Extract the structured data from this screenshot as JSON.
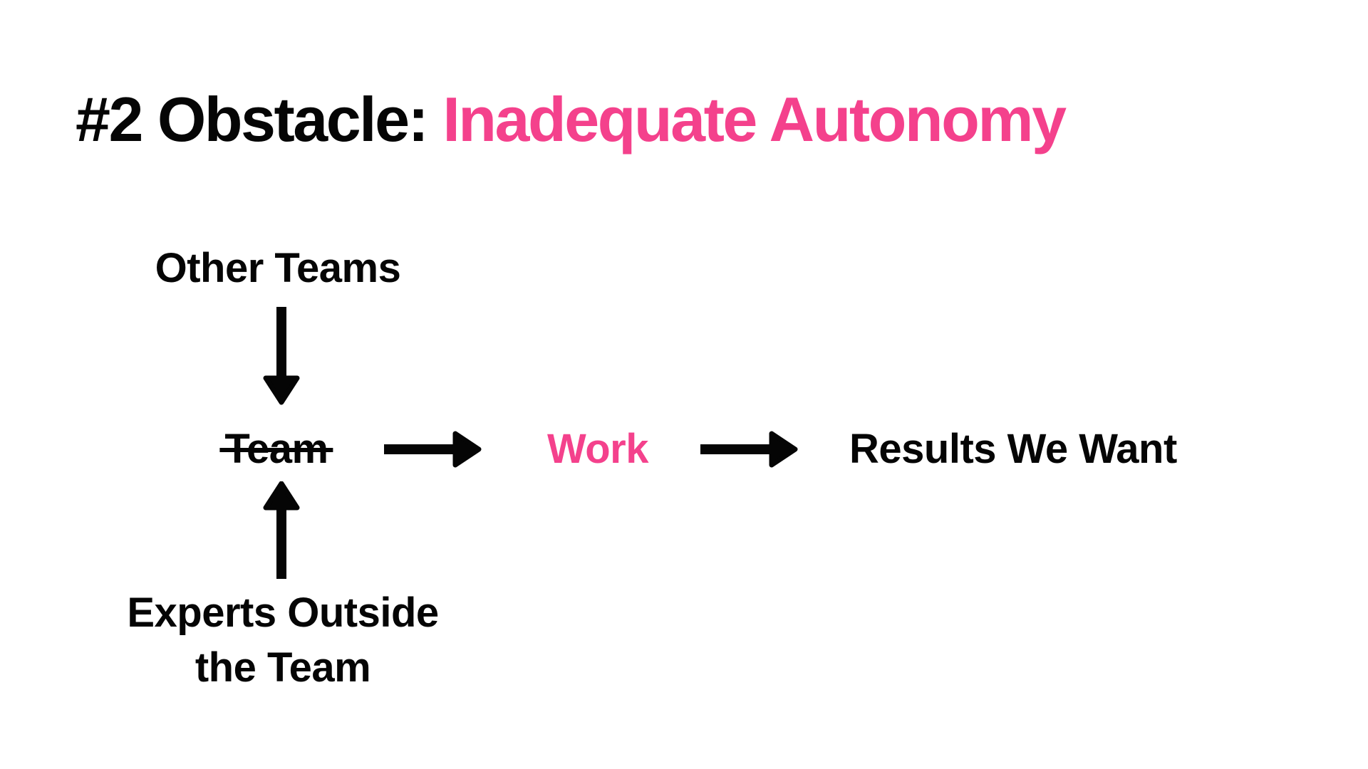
{
  "slide": {
    "title": {
      "prefix": "#2 Obstacle: ",
      "highlight": "Inadequate Autonomy"
    },
    "colors": {
      "accent_pink": "#F4418C",
      "ink_black": "#050505",
      "background": "#FFFFFF"
    },
    "diagram": {
      "nodes": [
        {
          "id": "other-teams",
          "label": "Other Teams",
          "color": "#050505",
          "strikethrough": false
        },
        {
          "id": "team",
          "label": "Team",
          "color": "#050505",
          "strikethrough": true
        },
        {
          "id": "work",
          "label": "Work",
          "color": "#F4418C",
          "strikethrough": false
        },
        {
          "id": "results",
          "label": "Results We Want",
          "color": "#050505",
          "strikethrough": false
        },
        {
          "id": "experts",
          "label": "Experts Outside the Team",
          "line1": "Experts Outside",
          "line2": "the Team",
          "color": "#050505",
          "strikethrough": false
        }
      ],
      "edges": [
        {
          "from": "other-teams",
          "to": "team",
          "direction": "down",
          "icon": "arrow-down-icon"
        },
        {
          "from": "experts",
          "to": "team",
          "direction": "up",
          "icon": "arrow-up-icon"
        },
        {
          "from": "team",
          "to": "work",
          "direction": "right",
          "icon": "arrow-right-icon"
        },
        {
          "from": "work",
          "to": "results",
          "direction": "right",
          "icon": "arrow-right-icon"
        }
      ]
    }
  }
}
